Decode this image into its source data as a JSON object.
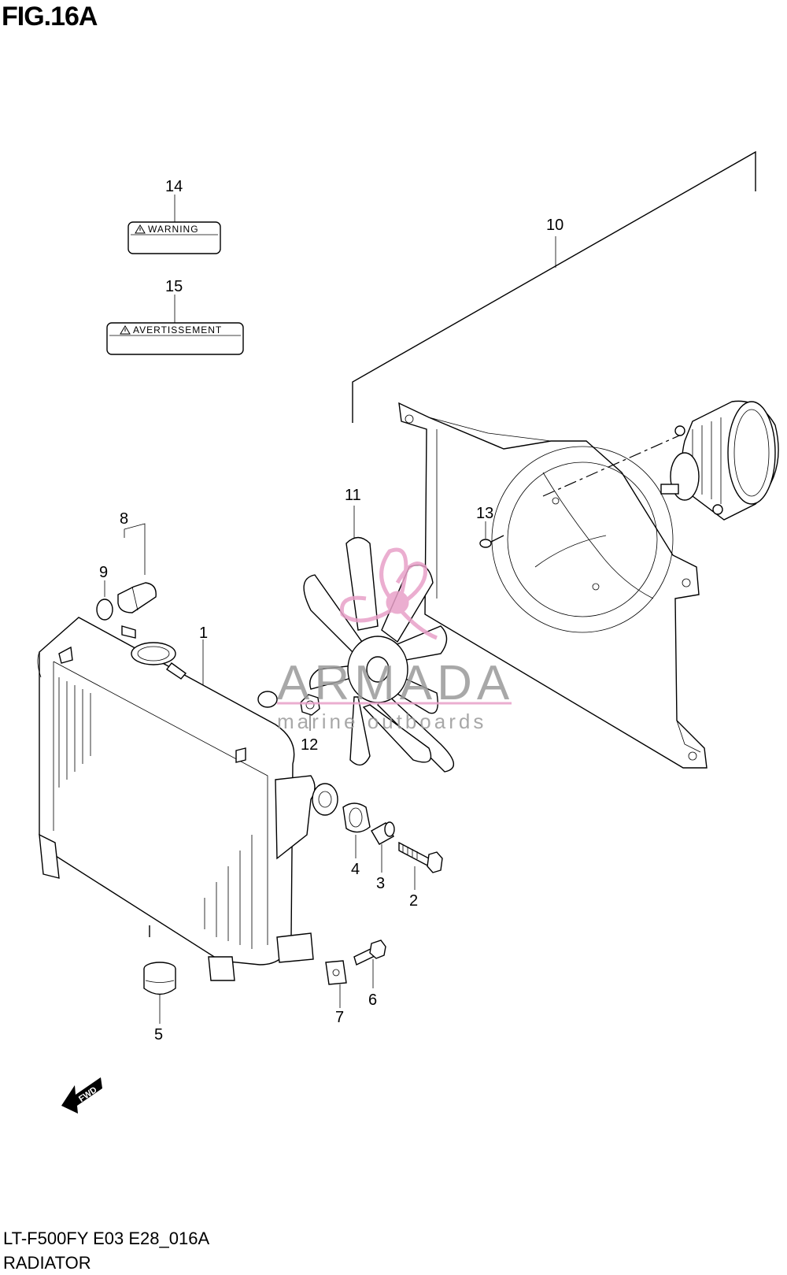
{
  "figure": {
    "title": "FIG.16A",
    "model_code": "LT-F500FY E03 E28_016A",
    "section_name": "RADIATOR"
  },
  "callouts": [
    {
      "id": "1",
      "label": "1"
    },
    {
      "id": "2",
      "label": "2"
    },
    {
      "id": "3",
      "label": "3"
    },
    {
      "id": "4",
      "label": "4"
    },
    {
      "id": "5",
      "label": "5"
    },
    {
      "id": "6",
      "label": "6"
    },
    {
      "id": "7",
      "label": "7"
    },
    {
      "id": "8",
      "label": "8"
    },
    {
      "id": "9",
      "label": "9"
    },
    {
      "id": "10",
      "label": "10"
    },
    {
      "id": "11",
      "label": "11"
    },
    {
      "id": "12",
      "label": "12"
    },
    {
      "id": "13",
      "label": "13"
    },
    {
      "id": "14",
      "label": "14"
    },
    {
      "id": "15",
      "label": "15"
    }
  ],
  "labels": {
    "warning": "WARNING",
    "avertissement": "AVERTISSEMENT"
  },
  "forward_arrow": {
    "text": "FWD"
  },
  "watermark": {
    "brand": "ARMADA",
    "tagline": "marine outboards",
    "accent_color": "#e8a0c8"
  },
  "icons": [
    "warning-triangle-icon",
    "forward-arrow-icon",
    "armada-logo-icon"
  ]
}
